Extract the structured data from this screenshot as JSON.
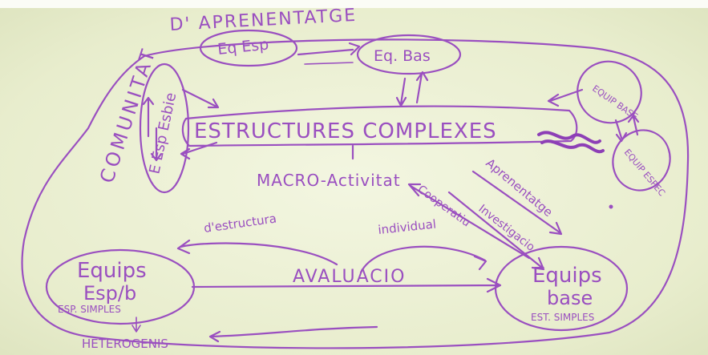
{
  "colors": {
    "paper": "#eef2d6",
    "paper_edge": "#fbfcf6",
    "ink": "#9a4fc0",
    "scribble": "#8d3fb6"
  },
  "diagram": {
    "title": "D' APRENENTATGE",
    "side_label": "COMUNITAT",
    "center_box": "ESTRUCTURES COMPLEXES",
    "macro": "MACRO-Activitat",
    "top_left_oval": "Eq Esp",
    "top_right_oval": "Eq. Bas",
    "left_oval": "E Esp Esbie",
    "right_top_oval": "EQUIP BASE",
    "right_bottom_oval": "EQUIP ESPEC",
    "arrow_right_1": "Aprenentatge",
    "arrow_right_2": "Cooperatiu",
    "arrow_right_3": "Investigacio",
    "eval_left": "d'estructura",
    "eval_right": "individual",
    "evaluation": "AVALUACIO",
    "bottom_left_line1": "Equips",
    "bottom_left_line2": "Esp/b",
    "bottom_left_sub": "ESP. SIMPLES",
    "hetero": "HETEROGENIS",
    "bottom_right_line1": "Equips",
    "bottom_right_line2": "base",
    "bottom_right_sub": "EST. SIMPLES"
  }
}
